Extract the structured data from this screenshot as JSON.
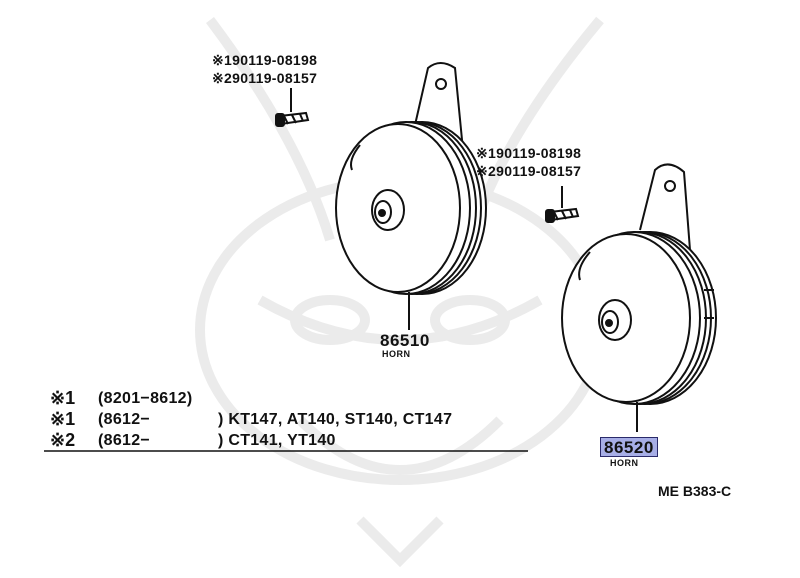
{
  "parts": [
    {
      "number": "86510",
      "name": "HORN",
      "highlighted": false
    },
    {
      "number": "86520",
      "name": "HORN",
      "highlighted": true
    }
  ],
  "bolts": {
    "left": {
      "line1": "※190119-08198",
      "line2": "※290119-08157"
    },
    "right": {
      "line1": "※190119-08198",
      "line2": "※290119-08157"
    }
  },
  "legend": [
    {
      "mark": "※1",
      "range": "(8201−8612)",
      "models": ""
    },
    {
      "mark": "※1",
      "range": "(8612−",
      "models": ") KT147, AT140, ST140, CT147"
    },
    {
      "mark": "※2",
      "range": "(8612−",
      "models": ") CT141, YT140"
    }
  ],
  "diagram_code": "ME B383-C",
  "colors": {
    "highlight": "#a7aee6",
    "line": "#111111",
    "watermark": "#ececec"
  }
}
